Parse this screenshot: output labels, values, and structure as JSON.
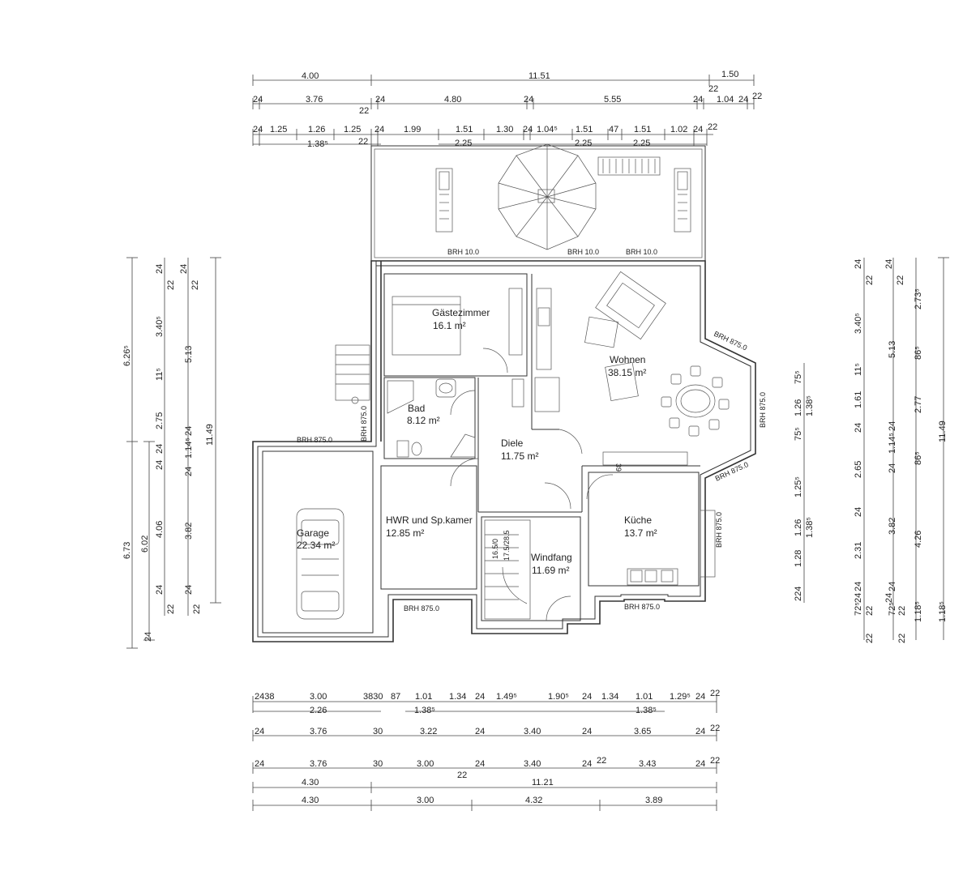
{
  "rooms": {
    "gaestezimmer": {
      "name": "Gästezimmer",
      "area": "16.1 m²"
    },
    "bad": {
      "name": "Bad",
      "area": "8.12 m²"
    },
    "wohnen": {
      "name": "Wohnen",
      "area": "38.15 m²"
    },
    "diele": {
      "name": "Diele",
      "area": "11.75 m²"
    },
    "hwr": {
      "name": "HWR und Sp.kamer",
      "area": "12.85 m²"
    },
    "kueche": {
      "name": "Küche",
      "area": "13.7 m²"
    },
    "windfang": {
      "name": "Windfang",
      "area": "11.69 m²"
    },
    "garage": {
      "name": "Garage",
      "area": "22.34 m²"
    }
  },
  "brh": {
    "terrace1": "BRH 10.0",
    "terrace2": "BRH 10.0",
    "terrace3": "BRH 10.0",
    "garage_top": "BRH 875.0",
    "bad_side": "BRH 875.0",
    "hwr_bottom": "BRH 875.0",
    "kueche_bottom": "BRH 875.0",
    "bay_top": "BRH 875.0",
    "bay_right": "BRH 875.0",
    "bay_bottom": "BRH 875.0",
    "kueche_right": "BRH 875.0"
  },
  "dims_top": {
    "row1": [
      "4.00",
      "11.51",
      "1.50"
    ],
    "row2": [
      "24",
      "3.76",
      "22",
      "24",
      "4.80",
      "24",
      "5.55",
      "24",
      "1.04",
      "24",
      "22",
      "22"
    ],
    "row3": [
      "24",
      "1.25",
      "1.26",
      "1.38⁵",
      "1.25",
      "22",
      "24",
      "1.99",
      "1.51",
      "2.25",
      "1.30",
      "24",
      "1.04⁵",
      "1.51",
      "2.25",
      "47",
      "1.51",
      "2.25",
      "1.02",
      "24",
      "22"
    ]
  },
  "dims_bottom": {
    "row1": [
      "2438",
      "3.00",
      "2.26",
      "3830",
      "87",
      "1.01",
      "1.38⁵",
      "1.34",
      "24",
      "1.49⁵",
      "1.90⁵",
      "24",
      "1.34",
      "1.01",
      "1.38⁵",
      "1.29⁵",
      "24",
      "22"
    ],
    "row2": [
      "24",
      "3.76",
      "30",
      "3.22",
      "24",
      "3.40",
      "24",
      "3.65",
      "24",
      "22"
    ],
    "row3": [
      "24",
      "3.76",
      "30",
      "3.00",
      "22",
      "24",
      "3.40",
      "24",
      "22",
      "3.43",
      "24",
      "22"
    ],
    "row4": [
      "4.30",
      "11.21"
    ],
    "row5": [
      "4.30",
      "3.00",
      "4.32",
      "3.89"
    ]
  },
  "dims_left": {
    "col1": [
      "6.26⁵",
      "6.73",
      "24"
    ],
    "col2": [
      "6.02"
    ],
    "col3": [
      "24",
      "22",
      "3.40⁵",
      "11⁵",
      "2.75",
      "24",
      "24",
      "4.06",
      "24",
      "22"
    ],
    "col4": [
      "24",
      "22",
      "5.13",
      "24",
      "1.14⁵",
      "24",
      "3.82",
      "24",
      "22"
    ],
    "col5": [
      "11.49"
    ]
  },
  "dims_right": {
    "col1": [
      "75⁵",
      "1.26",
      "1.38⁵",
      "75⁵",
      "1.25⁵",
      "1.26",
      "1.38⁵",
      "1.28",
      "224"
    ],
    "col2": [
      "22",
      "24",
      "3.40⁵",
      "11⁵",
      "1.61",
      "24",
      "2.65",
      "24",
      "2.31",
      "24",
      "72⁵",
      "22",
      "22",
      "24"
    ],
    "col3": [
      "24",
      "22",
      "5.13",
      "24",
      "1.14⁵",
      "24",
      "3.82",
      "24",
      "72⁵",
      "22",
      "22",
      "24"
    ],
    "col4": [
      "2.73⁵",
      "86⁵",
      "2.77",
      "86⁵",
      "4.26",
      "1.18⁵"
    ],
    "col5": [
      "11.49",
      "1.18⁵"
    ]
  },
  "stairs": {
    "label1": "16.5/0",
    "label2": "17.5/28.5"
  },
  "misc": {
    "kitchen_39": "39"
  }
}
